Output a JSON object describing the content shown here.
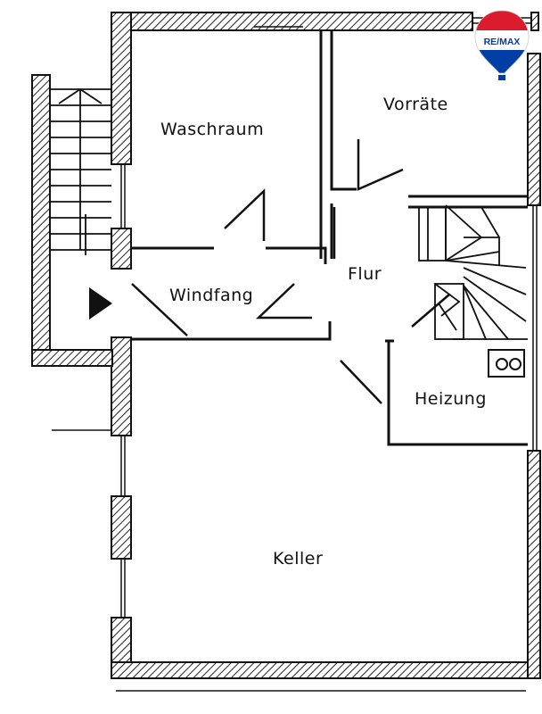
{
  "rooms": {
    "waschraum": "Waschraum",
    "vorraete": "Vorräte",
    "flur": "Flur",
    "windfang": "Windfang",
    "heizung": "Heizung",
    "keller": "Keller"
  },
  "logo": {
    "text": "RE/MAX",
    "colors": {
      "red": "#dc1c2e",
      "blue": "#003da5",
      "white": "#ffffff"
    }
  }
}
